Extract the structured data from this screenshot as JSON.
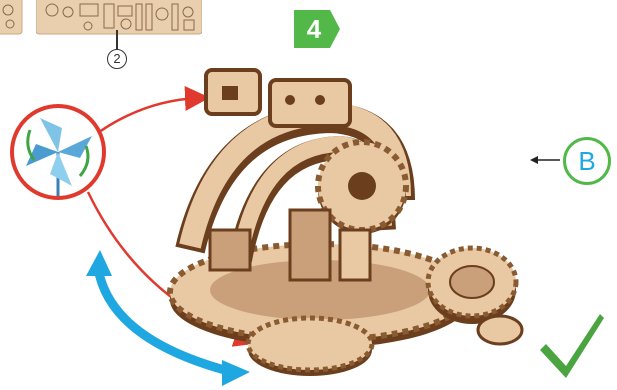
{
  "step": {
    "number": "4",
    "color": "#52b848"
  },
  "part_callout": {
    "number": "2"
  },
  "target_label": {
    "letter": "B",
    "ring_color": "#52b848",
    "letter_color": "#1ea7e0"
  },
  "icons": {
    "pinwheel": "pinwheel-icon",
    "checkmark": "checkmark-icon",
    "rotation": "double-arrow-icon"
  },
  "colors": {
    "wood_light": "#e8c9a3",
    "wood_dark": "#6b3e1e",
    "arrow_red": "#e03a2e",
    "arrow_blue": "#1ea7e0",
    "check_green": "#4aa541"
  }
}
